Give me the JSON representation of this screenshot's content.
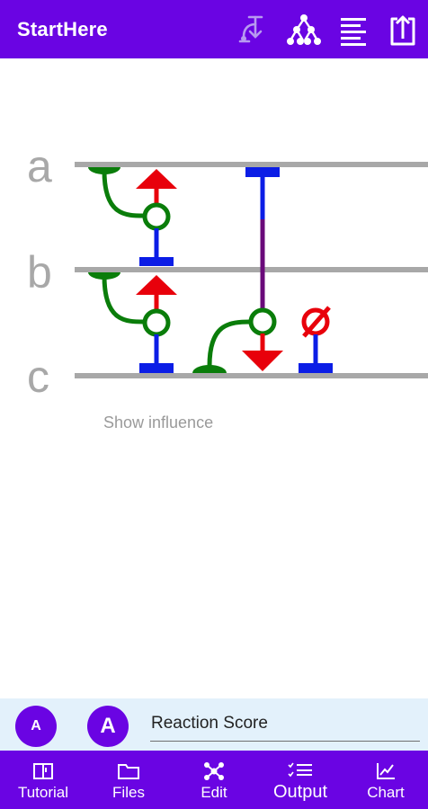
{
  "app": {
    "title": "StartHere"
  },
  "toolbar": {
    "icons": [
      "flow-down-icon",
      "tree-icon",
      "align-left-icon",
      "export-icon"
    ],
    "disabled_icon": "flow-down-icon"
  },
  "diagram": {
    "nodes": [
      {
        "label": "a"
      },
      {
        "label": "b"
      },
      {
        "label": "c"
      }
    ],
    "show_influence": "Show influence",
    "colors": {
      "line": "#a8a8a8",
      "activator": "#e8000b",
      "inhibitor": "#0b1de6",
      "modifier": "#0a7d0a",
      "degradation": "#e8000b",
      "mixed": "#6a0a7a"
    }
  },
  "score": {
    "small_button": "A",
    "large_button": "A",
    "label": "Reaction Score"
  },
  "bottom_nav": {
    "items": [
      {
        "label": "Tutorial",
        "icon": "book-icon"
      },
      {
        "label": "Files",
        "icon": "folder-icon"
      },
      {
        "label": "Edit",
        "icon": "network-icon"
      },
      {
        "label": "Output",
        "icon": "checklist-icon"
      },
      {
        "label": "Chart",
        "icon": "chart-icon"
      }
    ]
  },
  "theme": {
    "primary": "#6a04e3",
    "score_bg": "#e3f1fb"
  }
}
